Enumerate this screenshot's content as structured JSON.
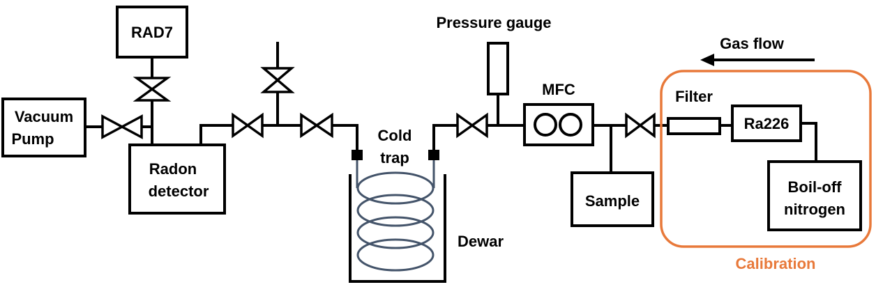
{
  "labels": {
    "rad7": "RAD7",
    "vacuum_pump_line1": "Vacuum",
    "vacuum_pump_line2": "Pump",
    "radon_detector_line1": "Radon",
    "radon_detector_line2": "detector",
    "cold_trap_line1": "Cold",
    "cold_trap_line2": "trap",
    "dewar": "Dewar",
    "pressure_gauge": "Pressure gauge",
    "mfc": "MFC",
    "sample": "Sample",
    "filter": "Filter",
    "ra226": "Ra226",
    "boiloff_line1": "Boil-off",
    "boiloff_line2": "nitrogen",
    "gas_flow": "Gas flow",
    "calibration": "Calibration"
  },
  "colors": {
    "line": "#000000",
    "calibration": "#e8793a",
    "coil": "#44546a"
  }
}
